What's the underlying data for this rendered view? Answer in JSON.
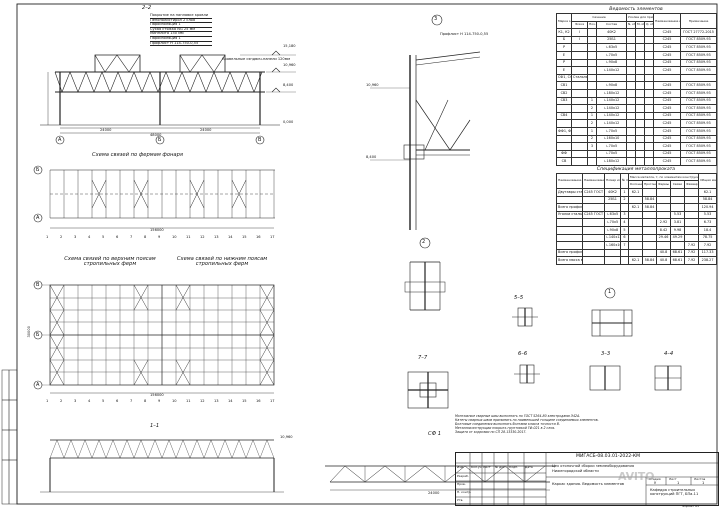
{
  "sections": {
    "s22": "2–2",
    "s33": "3",
    "s2": "2",
    "s55": "5–5",
    "s66": "6–6",
    "s77": "7–7",
    "s11": "1–1",
    "s33b": "3–3",
    "s44": "4–4",
    "s1": "1",
    "sf1": "СФ 1"
  },
  "headings": {
    "lantern": "Схема связей по фермам фонаря",
    "upper": "Схема связей по верхним поясам стропильных ферм",
    "lower": "Схема связей по нижним поясам стропильных ферм"
  },
  "roof_layers": [
    "Покрытие на наплавке кровли",
    "Пенополистирол 2 слоя",
    "Пароизоляция 1",
    "Сухая стяжка NG 25 мм",
    "Минплита 150 мм",
    "Пароизоляция 1",
    "Профлист Н 114-750-0,55"
  ],
  "roof_notes": {
    "panel": "Кровельные сэндвич-панели 120мм",
    "profile": "Профлист Н 114-750-0,55"
  },
  "dims": {
    "span_a": "24000",
    "span_b": "24000",
    "total": "48000",
    "elev_top": "15,180",
    "elev_mid": "10,960",
    "elev_low": "8,400",
    "elev_0": "0,000",
    "elev_10": "10,960",
    "elev_8": "8,400",
    "plan_total": "156000",
    "plan_side": "30000",
    "truss_span": "24000",
    "truss_elev": "10,960"
  },
  "axes_letters": [
    "А",
    "Б",
    "В"
  ],
  "axes_numbers": [
    "1",
    "2",
    "3",
    "4",
    "5",
    "6",
    "7",
    "8",
    "9",
    "10",
    "11",
    "12",
    "13",
    "14",
    "15",
    "16",
    "17"
  ],
  "table1": {
    "title": "Ведомость элементов",
    "headers": [
      "Марка элемента",
      "Эскиз",
      "Поз.",
      "Состав",
      "N, кН",
      "M, кН·м",
      "Q, кН",
      "Наименование или марка металла",
      "Примечание"
    ],
    "header_group1": "Сечение",
    "header_group2": "Усилие для прикрепления",
    "rows": [
      [
        "К1, К2",
        "I",
        "",
        "40К2",
        "",
        "",
        "",
        "С245",
        "ГОСТ 27772-2015"
      ],
      [
        "Б",
        "I",
        "",
        "25Б1",
        "",
        "",
        "",
        "С245",
        "ГОСТ 8509-93"
      ],
      [
        "Р",
        "",
        "",
        "∟63х5",
        "",
        "",
        "",
        "С245",
        "ГОСТ 8509-93"
      ],
      [
        "Е",
        "",
        "",
        "∟70х5",
        "",
        "",
        "",
        "С245",
        "ГОСТ 8509-93"
      ],
      [
        "Р",
        "",
        "",
        "∟90х8",
        "",
        "",
        "",
        "С245",
        "ГОСТ 8509-93"
      ],
      [
        "Е",
        "",
        "",
        "∟140х12",
        "",
        "",
        "",
        "С245",
        "ГОСТ 8509-93"
      ],
      [
        "СФ1, СФ 2",
        "Стальные фермы",
        "",
        "",
        "",
        "",
        "",
        "",
        ""
      ],
      [
        "СВ1",
        "",
        "",
        "∟90х8",
        "",
        "",
        "",
        "С245",
        "ГОСТ 8509-93"
      ],
      [
        "СВ2",
        "",
        "",
        "∟180х12",
        "",
        "",
        "",
        "С245",
        "ГОСТ 8509-93"
      ],
      [
        "СВ3",
        "",
        "1",
        "∟140х12",
        "",
        "",
        "",
        "С245",
        "ГОСТ 8509-93"
      ],
      [
        "",
        "",
        "2",
        "∟140х12",
        "",
        "",
        "",
        "С245",
        "ГОСТ 8509-93"
      ],
      [
        "СВ4",
        "",
        "1",
        "∟140х12",
        "",
        "",
        "",
        "С245",
        "ГОСТ 8509-93"
      ],
      [
        "",
        "",
        "2",
        "∟140х12",
        "",
        "",
        "",
        "С245",
        "ГОСТ 8509-93"
      ],
      [
        "ФФ1, ФФ 2",
        "",
        "1",
        "∟70х5",
        "",
        "",
        "",
        "С245",
        "ГОСТ 8509-93"
      ],
      [
        "",
        "",
        "2",
        "∟160х10",
        "",
        "",
        "",
        "С245",
        "ГОСТ 8509-93"
      ],
      [
        "",
        "",
        "3",
        "∟70х5",
        "",
        "",
        "",
        "С245",
        "ГОСТ 8509-93"
      ],
      [
        "ФФ",
        "",
        "",
        "∟70х5",
        "",
        "",
        "",
        "С245",
        "ГОСТ 8509-93"
      ],
      [
        "СВ",
        "",
        "",
        "∟180х12",
        "",
        "",
        "",
        "С245",
        "ГОСТ 8509-93"
      ]
    ]
  },
  "table2": {
    "title": "Спецификация металлопроката",
    "headers": [
      "Наименование профиля ГОСТ, ТУ",
      "Наименование или марка металла ГОСТ, ТУ",
      "Номер или размеры профиля, мм",
      "№ п.п.",
      "Колонны",
      "Прогоны",
      "Фермы",
      "Связи",
      "Фахверк",
      "Общая масса, т"
    ],
    "header_group": "Масса металла, т, по элементам конструкции",
    "rows": [
      [
        "Двутавры стальные горячекатаные ГОСТ 26020-83",
        "С245 ГОСТ 27772-2015",
        "40К2",
        "1",
        "62.1",
        "",
        "",
        "",
        "",
        "62.1"
      ],
      [
        "",
        "",
        "25Б1",
        "2",
        "",
        "58.84",
        "",
        "",
        "",
        "58.84"
      ],
      [
        "Всего профиля",
        "",
        "",
        "",
        "62.1",
        "58.84",
        "",
        "",
        "",
        "120.94"
      ],
      [
        "Уголки стальные горячекатаные равнополочные ГОСТ 8509-93",
        "С245 ГОСТ 27772-2015",
        "∟63х5",
        "3",
        "",
        "",
        "",
        "5.53",
        "",
        "5.53"
      ],
      [
        "",
        "",
        "∟70х5",
        "4",
        "",
        "",
        "2.92",
        "3.81",
        "",
        "6.73"
      ],
      [
        "",
        "",
        "∟90х8",
        "5",
        "",
        "",
        "8.42",
        "9.98",
        "",
        "18.4"
      ],
      [
        "",
        "",
        "∟140х12",
        "6",
        "",
        "",
        "29.46",
        "49.29",
        "",
        "78.75"
      ],
      [
        "",
        "",
        "∟160х10",
        "7",
        "",
        "",
        "",
        "",
        "7.92",
        "7.92"
      ],
      [
        "Всего профиля",
        "",
        "",
        "",
        "",
        "",
        "40.8",
        "68.61",
        "7.92",
        "117.33"
      ],
      [
        "Всего масса металла",
        "",
        "",
        "",
        "62.1",
        "58.84",
        "40.8",
        "68.61",
        "7.92",
        "238.27"
      ]
    ]
  },
  "notes": [
    "Монтажные сварные швы выполнять по ГОСТ 5264-80 электродами Э42А.",
    "Катеты сварных швов принимать по наименьшей толщине соединяемых элементов.",
    "Болтовые соединения выполнять болтами класса точности В.",
    "Металлоконструкции покрыть грунтовкой ГФ-021 в 2 слоя.",
    "Защита от коррозии по СП 28.13330.2017."
  ],
  "stamp": {
    "code": "МИГАСБ-08.03.01-2022-КМ",
    "project": "Цех отопочной сборки землеоборудования",
    "project2": "Нижегородской области",
    "stage": "У",
    "sheet": "1",
    "sheets": "1",
    "title": "Каркас здания. Ведомость элементов",
    "org": "Кафедра строительных конструкций ПГТ, БПа-11",
    "roles": [
      "Разраб.",
      "Пров.",
      "Н. контр.",
      "Утв."
    ],
    "cols": [
      "Изм.",
      "Кол.уч.",
      "Лист",
      "№ док.",
      "Подп.",
      "Дата"
    ],
    "stage_lbl": "Стадия",
    "sheet_lbl": "Лист",
    "sheets_lbl": "Листов",
    "format": "Формат А1"
  },
  "watermark": "AVITO",
  "colors": {
    "line": "#222222",
    "paper": "#ffffff"
  }
}
